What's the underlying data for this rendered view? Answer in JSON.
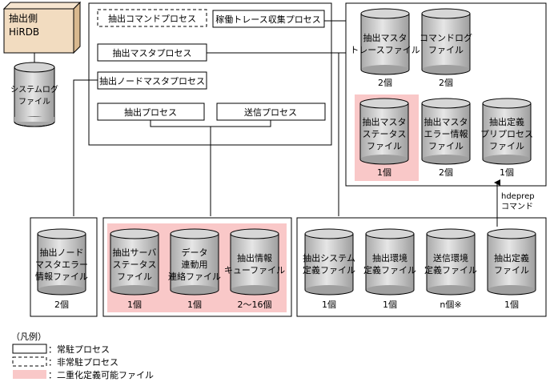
{
  "source_db": {
    "line1": "抽出側",
    "line2": "HiRDB"
  },
  "system_log": {
    "line1": "システムログ",
    "line2": "ファイル"
  },
  "processes": {
    "command": "抽出コマンドプロセス",
    "master": "抽出マスタプロセス",
    "node_master": "抽出ノードマスタプロセス",
    "extract": "抽出プロセス",
    "send": "送信プロセス",
    "trace": "稼働トレース収集プロセス"
  },
  "top_files": [
    {
      "line1": "抽出マスタ",
      "line2": "トレースファイル",
      "line3": "",
      "count": "2個"
    },
    {
      "line1": "コマンドログ",
      "line2": "ファイル",
      "line3": "",
      "count": "2個"
    },
    {
      "line1": "抽出マスタ",
      "line2": "ステータス",
      "line3": "ファイル",
      "count": "1個"
    },
    {
      "line1": "抽出マスタ",
      "line2": "エラー情報",
      "line3": "ファイル",
      "count": "2個"
    },
    {
      "line1": "抽出定義",
      "line2": "プリプロセス",
      "line3": "ファイル",
      "count": "1個"
    }
  ],
  "command": {
    "line1": "hdeprep",
    "line2": "コマンド"
  },
  "node_error_file": {
    "line1": "抽出ノード",
    "line2": "マスタエラー",
    "line3": "情報ファイル",
    "count": "2個"
  },
  "middle_files": [
    {
      "line1": "抽出サーバ",
      "line2": "ステータス",
      "line3": "ファイル",
      "count": "1個"
    },
    {
      "line1": "データ",
      "line2": "連動用",
      "line3": "連絡ファイル",
      "count": "1個"
    },
    {
      "line1": "抽出情報",
      "line2": "キューファイル",
      "line3": "",
      "count": "2～16個"
    }
  ],
  "right_files": [
    {
      "line1": "抽出システム",
      "line2": "定義ファイル",
      "count": "1個"
    },
    {
      "line1": "抽出環境",
      "line2": "定義ファイル",
      "count": "1個"
    },
    {
      "line1": "送信環境",
      "line2": "定義ファイル",
      "count": "n個※"
    },
    {
      "line1": "抽出定義",
      "line2": "ファイル",
      "count": "1個"
    }
  ],
  "legend": {
    "title": "（凡例）",
    "resident": "：常駐プロセス",
    "nonresident": "：非常駐プロセス",
    "duplex": "：二重化定義可能ファイル"
  },
  "colors": {
    "highlight": "#f9c8c8",
    "cylinder": "#c8c8c8",
    "db": "#f2dcc0"
  }
}
